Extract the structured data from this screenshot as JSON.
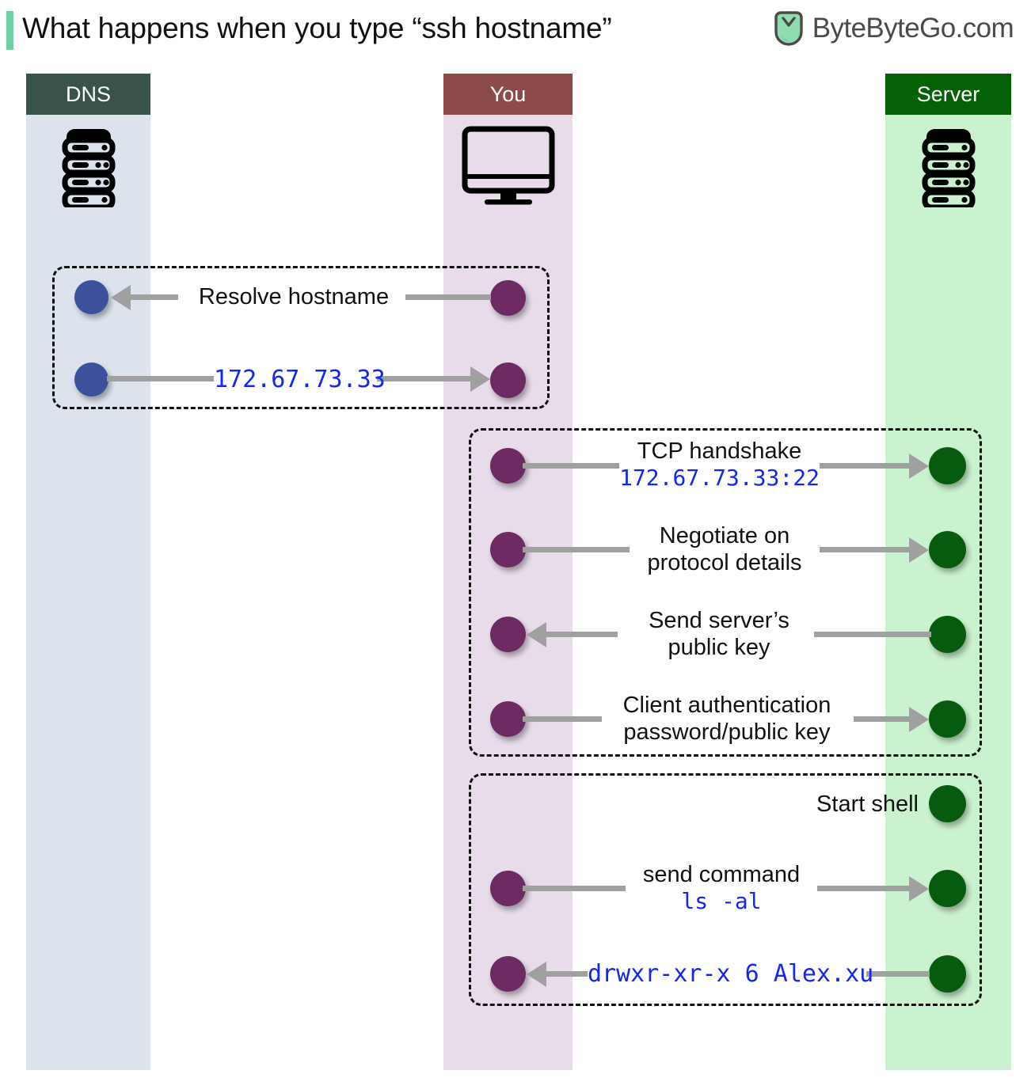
{
  "header": {
    "title": "What happens when you type “ssh hostname”",
    "brand_text": "ByteByteGo.com",
    "brand_icon": "bytebytego-logo-icon",
    "accent_color": "#72cfa3"
  },
  "lanes": [
    {
      "id": "dns",
      "label": "DNS",
      "header_color": "#3a5349",
      "band_color": "#dce3ec",
      "icon": "server-stack-icon"
    },
    {
      "id": "you",
      "label": "You",
      "header_color": "#8d4a4a",
      "band_color": "#e8dcea",
      "icon": "desktop-monitor-icon"
    },
    {
      "id": "server",
      "label": "Server",
      "header_color": "#056105",
      "band_color": "#cbf2cf",
      "icon": "server-stack-icon"
    }
  ],
  "node_colors": {
    "dns": "#3d509c",
    "you": "#6d2a63",
    "server": "#075b0f"
  },
  "connector_color": "#a0a0a0",
  "code_color": "#1227f0",
  "groups": [
    {
      "id": "dns-resolution",
      "messages": [
        {
          "id": "resolve-hostname",
          "line1": "Resolve hostname",
          "line2": "",
          "line2_mono": false,
          "from": "you",
          "to": "dns",
          "direction": "left"
        },
        {
          "id": "dns-answer",
          "line1": "",
          "line2": "172.67.73.33",
          "line2_mono": true,
          "from": "dns",
          "to": "you",
          "direction": "right"
        }
      ]
    },
    {
      "id": "ssh-session-setup",
      "messages": [
        {
          "id": "tcp-handshake",
          "line1": "TCP handshake",
          "line2": "172.67.73.33:22",
          "line2_mono": true,
          "from": "you",
          "to": "server",
          "direction": "right"
        },
        {
          "id": "negotiate-protocol",
          "line1": "Negotiate on",
          "line2": "protocol details",
          "line2_mono": false,
          "from": "you",
          "to": "server",
          "direction": "right"
        },
        {
          "id": "send-server-public-key",
          "line1": "Send server’s",
          "line2": "public key",
          "line2_mono": false,
          "from": "server",
          "to": "you",
          "direction": "left"
        },
        {
          "id": "client-authentication",
          "line1": "Client authentication",
          "line2": "password/public key",
          "line2_mono": false,
          "from": "you",
          "to": "server",
          "direction": "right"
        }
      ]
    },
    {
      "id": "shell-session",
      "messages": [
        {
          "id": "start-shell",
          "line1": "Start shell",
          "line2": "",
          "line2_mono": false,
          "from": "server",
          "to": "server",
          "direction": "none"
        },
        {
          "id": "send-command",
          "line1": "send command",
          "line2": "ls -al",
          "line2_mono": true,
          "from": "you",
          "to": "server",
          "direction": "right"
        },
        {
          "id": "command-output",
          "line1": "",
          "line2": "drwxr-xr-x  6 Alex.xu",
          "line2_mono": true,
          "from": "server",
          "to": "you",
          "direction": "left"
        }
      ]
    }
  ]
}
